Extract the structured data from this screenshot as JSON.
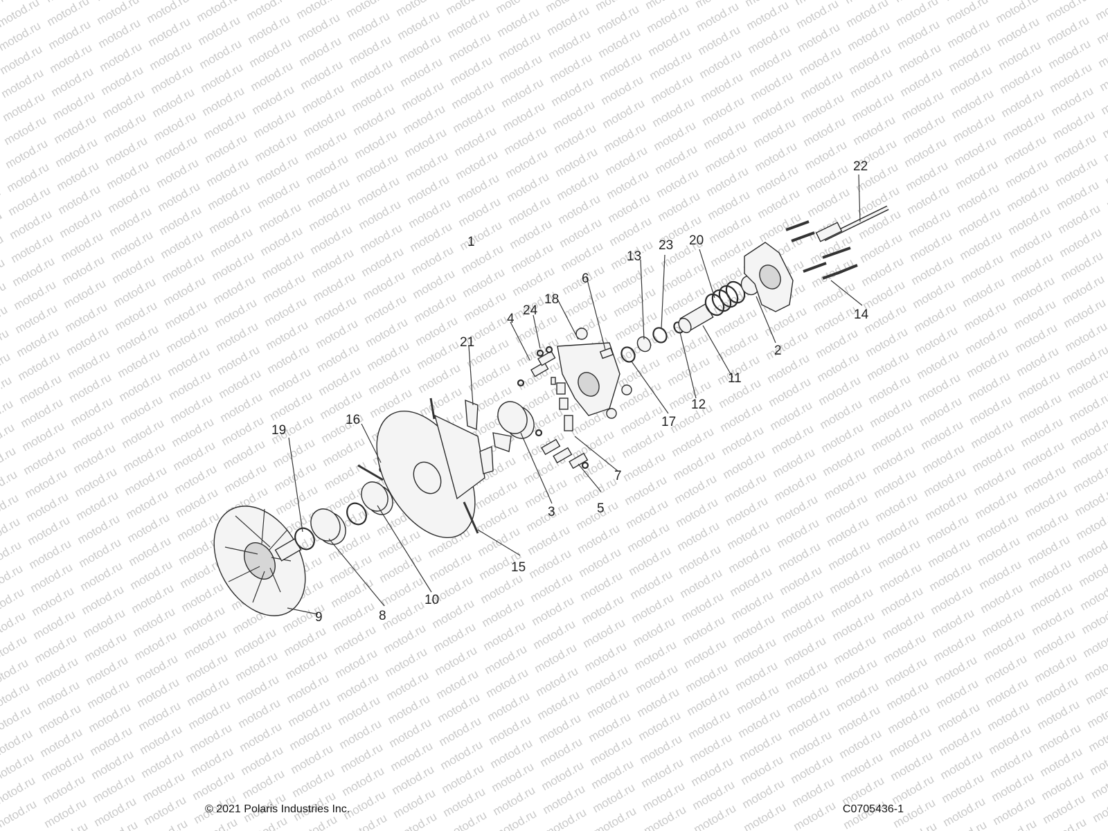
{
  "watermark_text": "motod.ru",
  "footer": {
    "copyright": "© 2021 Polaris Industries Inc.",
    "drawing_number": "C0705436-1"
  },
  "callouts": [
    "1",
    "2",
    "3",
    "4",
    "5",
    "6",
    "7",
    "8",
    "9",
    "10",
    "11",
    "12",
    "13",
    "14",
    "15",
    "16",
    "17",
    "18",
    "19",
    "20",
    "21",
    "22",
    "23",
    "24"
  ],
  "colors": {
    "line": "#2a2a2a",
    "watermark": "#c9c9c9",
    "background": "#ffffff"
  }
}
